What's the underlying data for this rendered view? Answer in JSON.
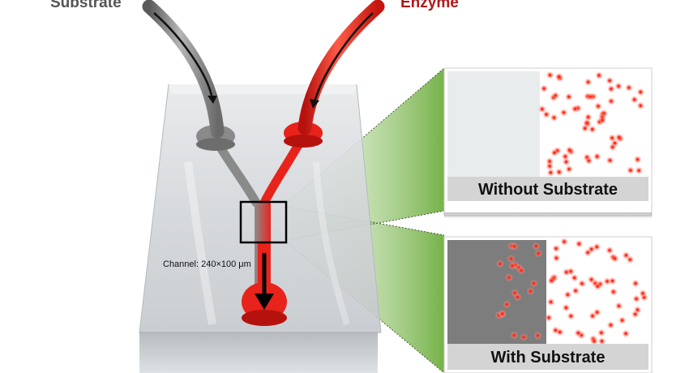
{
  "labels": {
    "substrate": "Substrate",
    "enzyme": "Enzyme",
    "channel": "Channel: 240×100 μm"
  },
  "panels": {
    "without": {
      "caption": "Without Substrate",
      "substrate_present": false
    },
    "with": {
      "caption": "With Substrate",
      "substrate_present": true
    }
  },
  "colors": {
    "enzyme": "#e8231c",
    "enzyme_label": "#b0171a",
    "substrate": "#7d7d7d",
    "magnifier": "#8bbf62",
    "caption_bar": "#d4d4d4"
  }
}
